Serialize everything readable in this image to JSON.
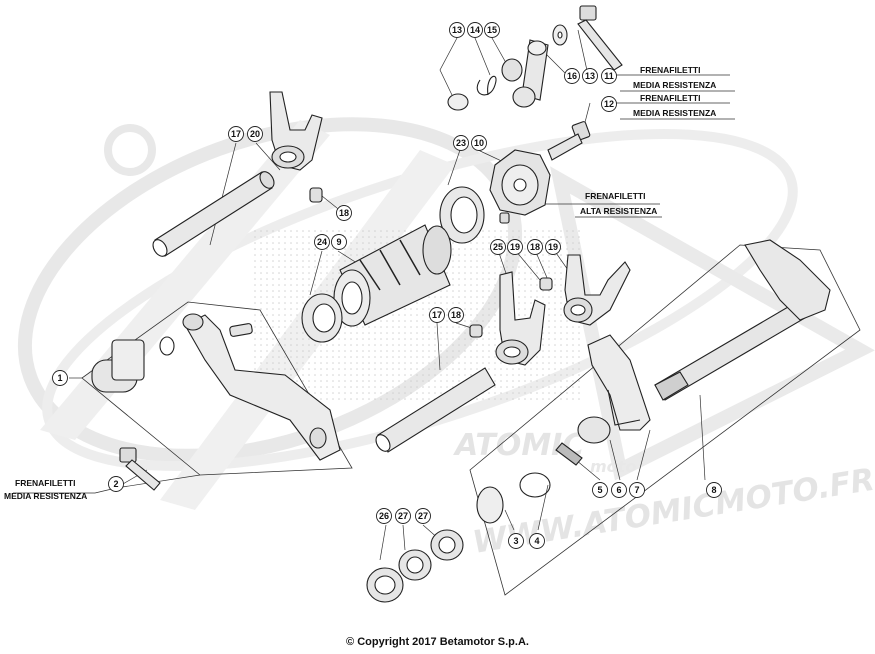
{
  "copyright": "© Copyright 2017 Betamotor S.p.A.",
  "watermark": {
    "brand": "ATOMIC",
    "sub": "moto",
    "url": "WWW.ATOMICMOTO.FR"
  },
  "notes": {
    "n11": [
      "FRENAFILETTI",
      "MEDIA RESISTENZA"
    ],
    "n12": [
      "FRENAFILETTI",
      "MEDIA RESISTENZA"
    ],
    "n10": [
      "FRENAFILETTI",
      "ALTA RESISTENZA"
    ],
    "n2": [
      "FRENAFILETTI",
      "MEDIA RESISTENZA"
    ]
  },
  "callouts": [
    {
      "id": "c13a",
      "label": "13"
    },
    {
      "id": "c14",
      "label": "14"
    },
    {
      "id": "c15",
      "label": "15"
    },
    {
      "id": "c16",
      "label": "16"
    },
    {
      "id": "c13b",
      "label": "13"
    },
    {
      "id": "c11",
      "label": "11"
    },
    {
      "id": "c12",
      "label": "12"
    },
    {
      "id": "c17a",
      "label": "17"
    },
    {
      "id": "c20",
      "label": "20"
    },
    {
      "id": "c18a",
      "label": "18"
    },
    {
      "id": "c23",
      "label": "23"
    },
    {
      "id": "c10",
      "label": "10"
    },
    {
      "id": "c24",
      "label": "24"
    },
    {
      "id": "c9",
      "label": "9"
    },
    {
      "id": "c25",
      "label": "25"
    },
    {
      "id": "c19a",
      "label": "19"
    },
    {
      "id": "c18b",
      "label": "18"
    },
    {
      "id": "c19b",
      "label": "19"
    },
    {
      "id": "c17b",
      "label": "17"
    },
    {
      "id": "c18c",
      "label": "18"
    },
    {
      "id": "c1",
      "label": "1"
    },
    {
      "id": "c2",
      "label": "2"
    },
    {
      "id": "c5",
      "label": "5"
    },
    {
      "id": "c6",
      "label": "6"
    },
    {
      "id": "c7",
      "label": "7"
    },
    {
      "id": "c8",
      "label": "8"
    },
    {
      "id": "c3",
      "label": "3"
    },
    {
      "id": "c4",
      "label": "4"
    },
    {
      "id": "c26",
      "label": "26"
    },
    {
      "id": "c27a",
      "label": "27"
    },
    {
      "id": "c27b",
      "label": "27"
    }
  ]
}
